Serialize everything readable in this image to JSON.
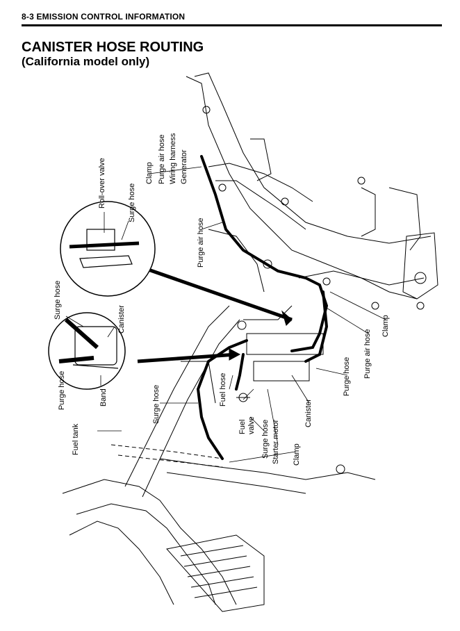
{
  "header": {
    "section": "8-3 EMISSION CONTROL INFORMATION"
  },
  "page": {
    "title": "CANISTER HOSE ROUTING",
    "subtitle": "(California model only)"
  },
  "labels": {
    "clamp_top": "Clamp",
    "purge_air_hose_top": "Purge air hose",
    "wiring_harness": "Wiring harness",
    "generator": "Generator",
    "purge_air_hose_mid": "Purge air hose",
    "rollover_valve": "Roll-over valve",
    "surge_hose_inset1": "Surge hose",
    "surge_hose_inset2": "Surge hose",
    "canister_inset": "Canister",
    "purge_hose_inset": "Purge hose",
    "band": "Band",
    "fuel_tank": "Fuel tank",
    "surge_hose_left": "Surge hose",
    "fuel_hose": "Fuel hose",
    "fuel_valve": "Fuel\nvalve",
    "surge_hose_bottom": "Surge hose",
    "starter_motor": "Starter motor",
    "clamp_bottom": "Clamp",
    "canister_main": "Canister",
    "purge_hose_main": "Purge hose",
    "purge_air_hose_right": "Purge air hose",
    "clamp_right": "Clamp"
  }
}
